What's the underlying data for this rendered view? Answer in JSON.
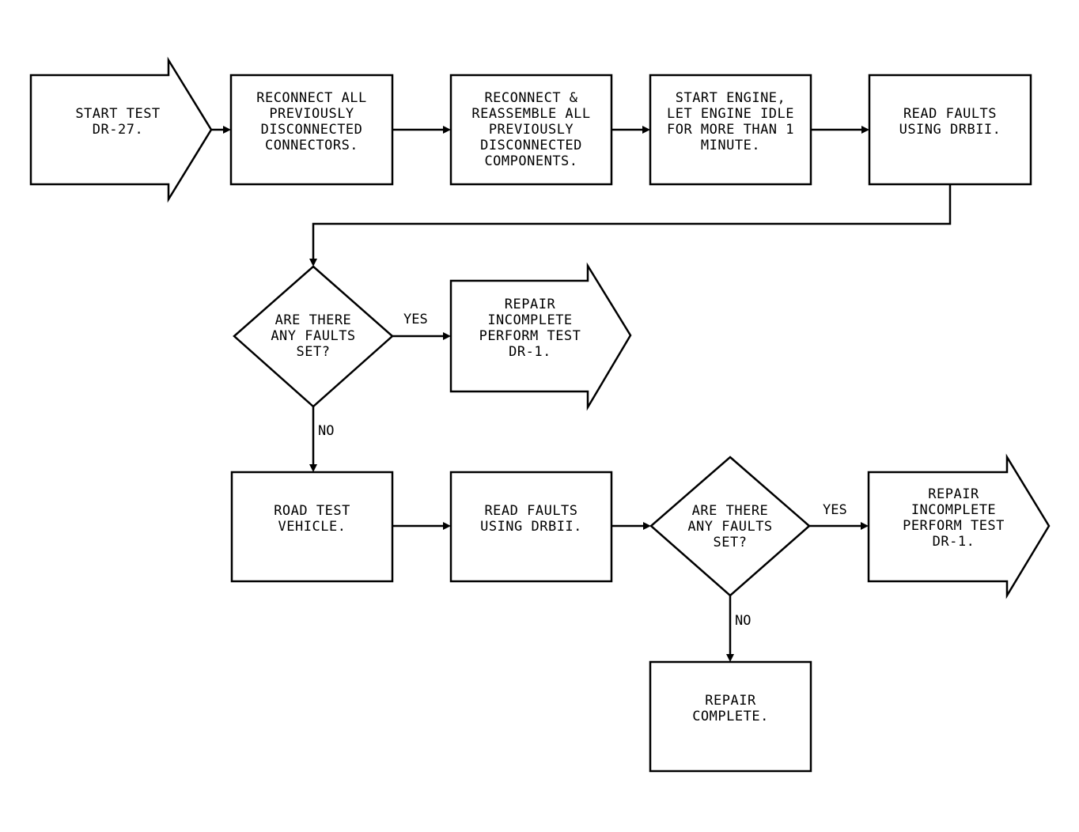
{
  "steps": {
    "start": "START TEST\nDR-27.",
    "reconnect_connectors": "RECONNECT ALL\nPREVIOUSLY\nDISCONNECTED\nCONNECTORS.",
    "reconnect_components": "RECONNECT &\nREASSEMBLE ALL\nPREVIOUSLY\nDISCONNECTED\nCOMPONENTS.",
    "start_engine": "START ENGINE,\nLET ENGINE IDLE\nFOR MORE THAN 1\nMINUTE.",
    "read_faults_1": "READ FAULTS\nUSING DRBII.",
    "decision_1": "ARE THERE\nANY FAULTS\nSET?",
    "repair_incomplete_1": "REPAIR\nINCOMPLETE\nPERFORM TEST\nDR-1.",
    "road_test": "ROAD TEST\nVEHICLE.",
    "read_faults_2": "READ FAULTS\nUSING DRBII.",
    "decision_2": "ARE THERE\nANY FAULTS\nSET?",
    "repair_incomplete_2": "REPAIR\nINCOMPLETE\nPERFORM TEST\nDR-1.",
    "repair_complete": "REPAIR\nCOMPLETE."
  },
  "branches": {
    "yes_1": "YES",
    "no_1": "NO",
    "yes_2": "YES",
    "no_2": "NO"
  }
}
